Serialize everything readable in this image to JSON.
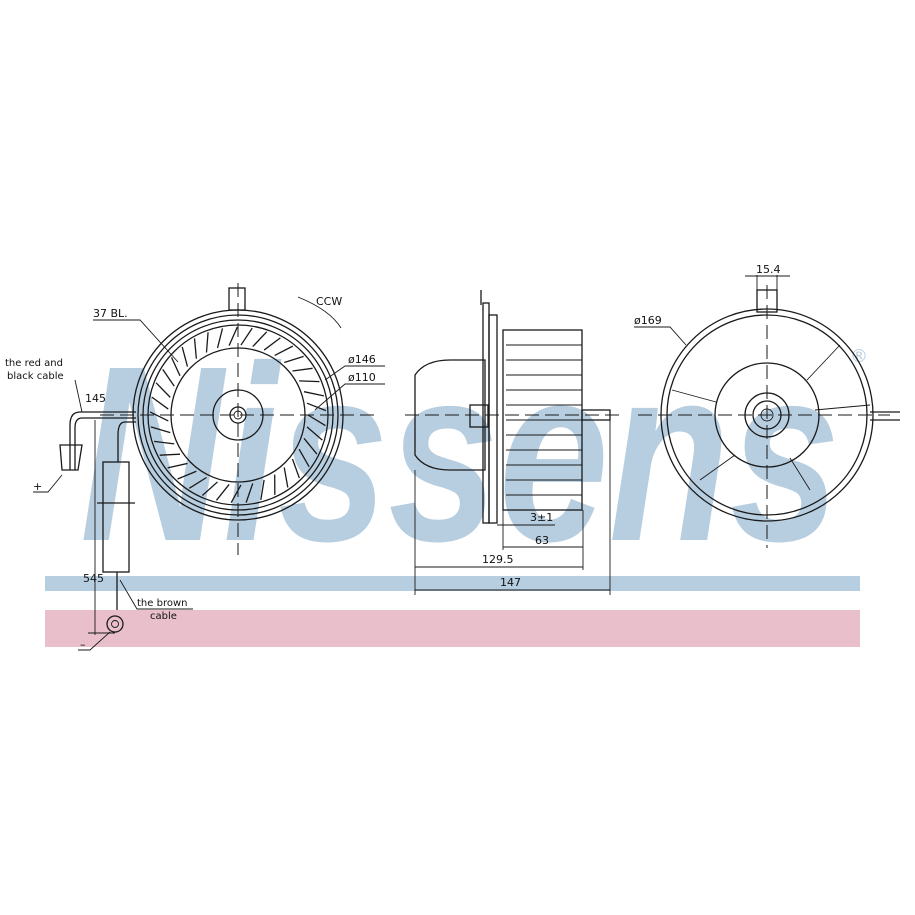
{
  "watermark": {
    "brand": "Nissens",
    "reg_mark": "®",
    "band_blue": "#b7cee0",
    "band_pink": "#e8bfcb"
  },
  "front_view": {
    "blades_label": "37 BL.",
    "blade_count": 37,
    "rotation_label": "CCW",
    "outer_diameter": "ø146",
    "inner_diameter": "ø110",
    "cable_red_black_line1": "the red and",
    "cable_red_black_line2": "black cable",
    "cable_length_1": "145",
    "cable_length_2": "545",
    "plus_label": "+",
    "minus_label": "–",
    "cable_brown_line1": "the brown",
    "cable_brown_line2": "cable"
  },
  "side_view": {
    "gap": "3±1",
    "wheel_width": "63",
    "body_length": "129.5",
    "overall_length": "147"
  },
  "rear_view": {
    "diameter": "ø169",
    "tab_width": "15.4"
  }
}
